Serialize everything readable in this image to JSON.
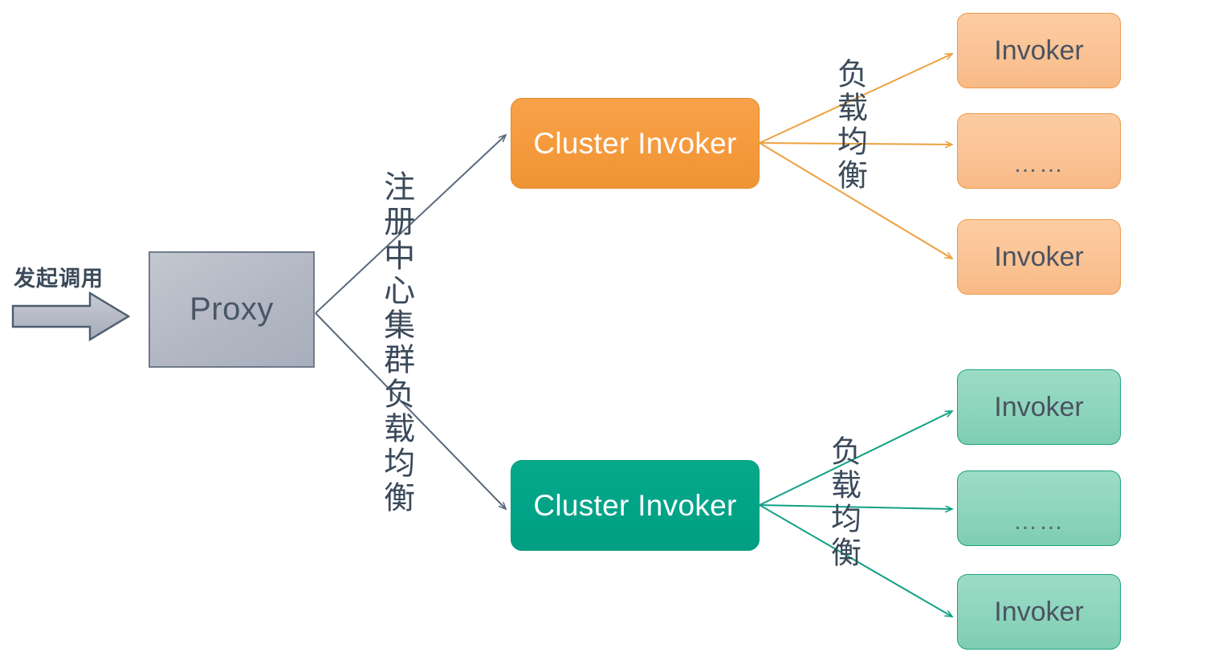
{
  "diagram": {
    "title": "Dubbo Cluster Invoker / Load Balance Diagram",
    "entry": {
      "call_label": "发起调用",
      "arrow_icon": "block-arrow-right-icon"
    },
    "proxy": {
      "label": "Proxy"
    },
    "registry_label": "注册中心集群负载均衡",
    "clusters": [
      {
        "id": "cluster-orange",
        "label": "Cluster Invoker",
        "lb_label": "负载均衡",
        "invokers": [
          {
            "label": "Invoker",
            "kind": "node"
          },
          {
            "label": "……",
            "kind": "ellipsis"
          },
          {
            "label": "Invoker",
            "kind": "node"
          }
        ]
      },
      {
        "id": "cluster-green",
        "label": "Cluster Invoker",
        "lb_label": "负载均衡",
        "invokers": [
          {
            "label": "Invoker",
            "kind": "node"
          },
          {
            "label": "……",
            "kind": "ellipsis"
          },
          {
            "label": "Invoker",
            "kind": "node"
          }
        ]
      }
    ],
    "colors": {
      "orange_cluster_fill": "#f59b3e",
      "orange_cluster_border": "#e08a2b",
      "orange_invoker_fill": "#fac293",
      "orange_invoker_border": "#ed9a49",
      "orange_arrow": "#eda13f",
      "green_cluster_fill": "#02a488",
      "green_cluster_border": "#019b80",
      "green_invoker_fill": "#8bd4bb",
      "green_invoker_border": "#19a383",
      "green_arrow": "#11a186",
      "proxy_fill": "#b5b9c4",
      "proxy_border": "#6f7a8a",
      "slate_text": "#3b4a5a",
      "gray_arrow": "#5b6a7d",
      "background": "#ffffff"
    }
  }
}
